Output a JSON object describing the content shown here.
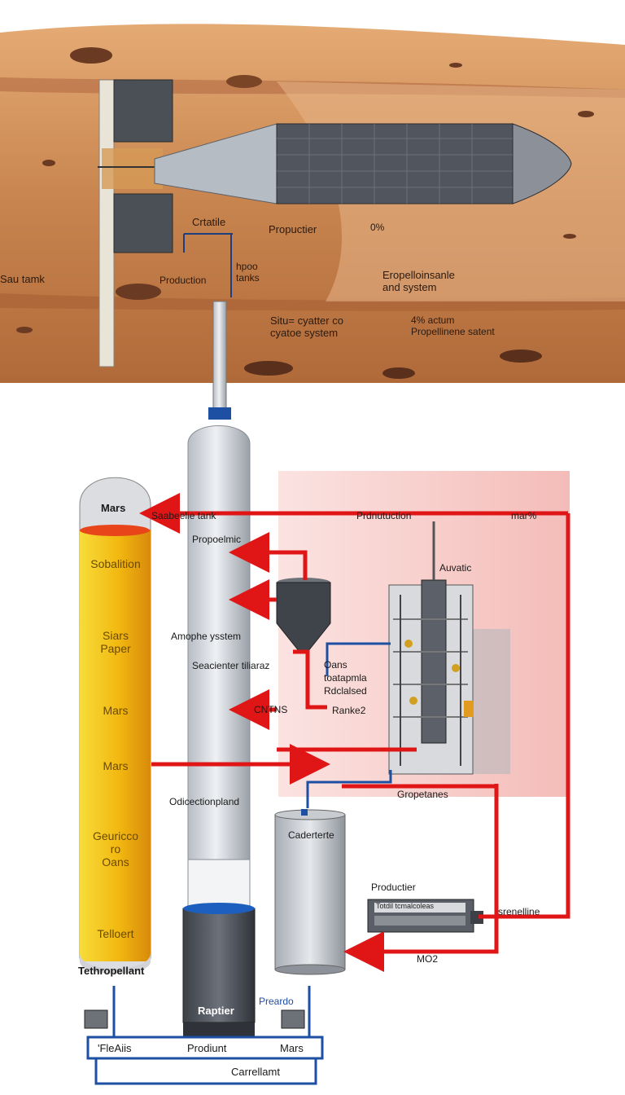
{
  "colors": {
    "sand_light": "#e3a76e",
    "sand_dark": "#b9703c",
    "rocket_body": "#5a5e66",
    "pink_zone": "#f7c9c6",
    "red_line": "#e01515",
    "blue_line": "#1d4fa3",
    "tank_yellow": "#f4c20d",
    "tank_orange": "#e06a12"
  },
  "surface": {
    "label_crtatile": "Crtatile",
    "label_propuctier": "Propuctier",
    "label_pct": "0%",
    "label_sau_tank": "Sau tamk",
    "label_production": "Production",
    "label_hpoo_tanks": "hpoo\ntanks",
    "label_propellant_system": "Eropelloinsanle\nand system",
    "label_situ": "Situ= cyatter co\ncyatoe system",
    "label_pct_actum": "4% actum\nPropellinene satent"
  },
  "left_tank": {
    "top_label": "Mars",
    "labels": [
      "Sobalition",
      "Siars\nPaper",
      "Mars",
      "Mars",
      "Geuricco\nro\nOans",
      "Telloert"
    ],
    "bottom_label": "Tethropellant"
  },
  "column": {
    "labels": [
      "Propoelmic",
      "Amophe ysstem",
      "Seacienter tiliaraz",
      "CNTNS",
      "Odicectionpland"
    ],
    "bottom_tank_label": "Raptier"
  },
  "process": {
    "label_sabaelie": "Saabeelie tank",
    "label_production": "Prdnutuction",
    "label_mars_pct": "mar%",
    "label_auvatic": "Auvatic",
    "label_oans": "Oans\ntoatapmla\nRdclalsed",
    "label_ranke": "Ranke2",
    "label_gropetanes": "Gropetanes",
    "label_caderterte": "Caderterte",
    "label_productier": "Productier",
    "label_serellline": "srenelline",
    "label_mo2": "MO2",
    "machine_text": "Totdil tcmalcoleas"
  },
  "bottom": {
    "pump_label": "Preardo",
    "bar_items": [
      "'FleAiis",
      "Prodiunt",
      "Mars"
    ],
    "footer_label": "Carrellamt"
  }
}
